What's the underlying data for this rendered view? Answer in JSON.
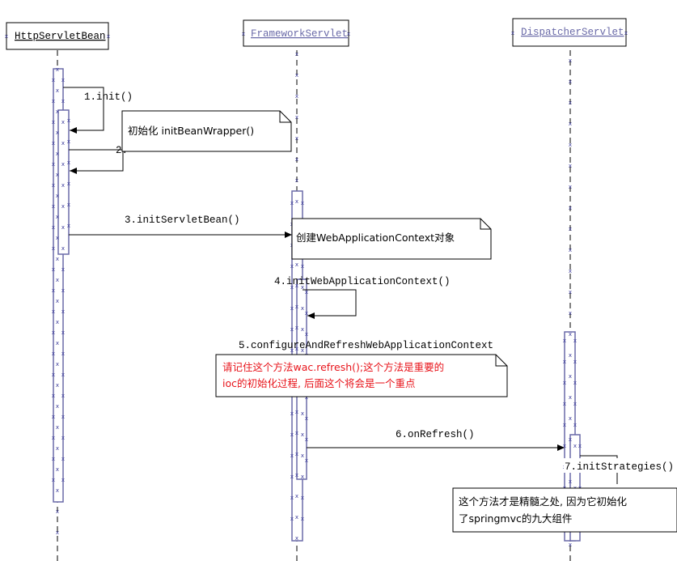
{
  "lifelines": [
    {
      "id": "httpservletbean",
      "label": "HttpServletBean",
      "color": "#000000"
    },
    {
      "id": "frameworkservlet",
      "label": "FrameworkServlet",
      "color": "#6a6aa8"
    },
    {
      "id": "dispatcherservlet",
      "label": "DispatcherServlet",
      "color": "#6a6aa8"
    }
  ],
  "messages": [
    {
      "id": "init",
      "label": "1.init()"
    },
    {
      "id": "init-bean-wrapper",
      "label": "2."
    },
    {
      "id": "init-servlet-bean",
      "label": "3.initServletBean()"
    },
    {
      "id": "init-web-application-context",
      "label": "4.initWebApplicationContext()"
    },
    {
      "id": "configure-and-refresh",
      "label": "5.configureAndRefreshWebApplicationContext"
    },
    {
      "id": "on-refresh",
      "label": "6.onRefresh()"
    },
    {
      "id": "init-strategies",
      "label": "7.initStrategies()"
    }
  ],
  "notes": [
    {
      "id": "note-init-bean-wrapper",
      "lines": [
        "初始化 initBeanWrapper()"
      ],
      "color": "#000000"
    },
    {
      "id": "note-create-context",
      "lines": [
        "创建WebApplicationContext对象"
      ],
      "color": "#000000"
    },
    {
      "id": "note-refresh",
      "lines": [
        "请记住这个方法wac.refresh();这个方法是重要的",
        "ioc的初始化过程, 后面这个将会是一个重点"
      ],
      "color": "#e8141b"
    },
    {
      "id": "note-components",
      "lines": [
        "这个方法才是精髓之处, 因为它初始化",
        "了springmvc的九大组件"
      ],
      "color": "#000000"
    }
  ],
  "colors": {
    "marker": "#3b3b9a",
    "line": "#000000",
    "activation_border": "#6a6aa8"
  }
}
